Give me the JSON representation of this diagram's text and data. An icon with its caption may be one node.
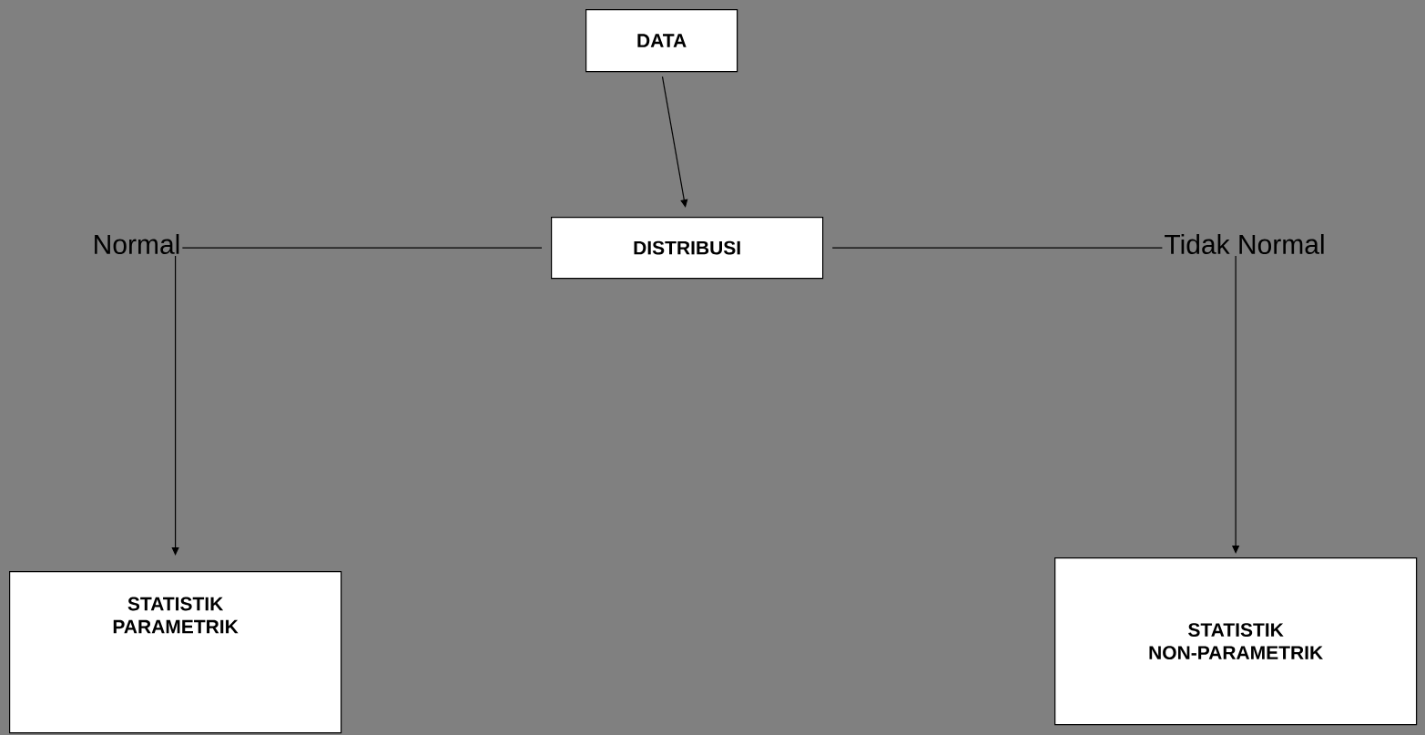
{
  "diagram": {
    "nodes": [
      {
        "text": [
          "DATA"
        ]
      },
      {
        "text": [
          "DISTRIBUSI"
        ]
      },
      {
        "text": [
          "STATISTIK PARAMETRIK"
        ]
      },
      {
        "text": [
          "STATISTIK NON-PARAMETRIK"
        ]
      }
    ],
    "edges": [
      {
        "from": 0,
        "to": 1,
        "arrow": "to"
      },
      {
        "from": 1,
        "to": 2,
        "arrow": "to",
        "label": "Normal"
      },
      {
        "from": 1,
        "to": 3,
        "arrow": "to",
        "label": "Tidak Normal"
      }
    ]
  }
}
